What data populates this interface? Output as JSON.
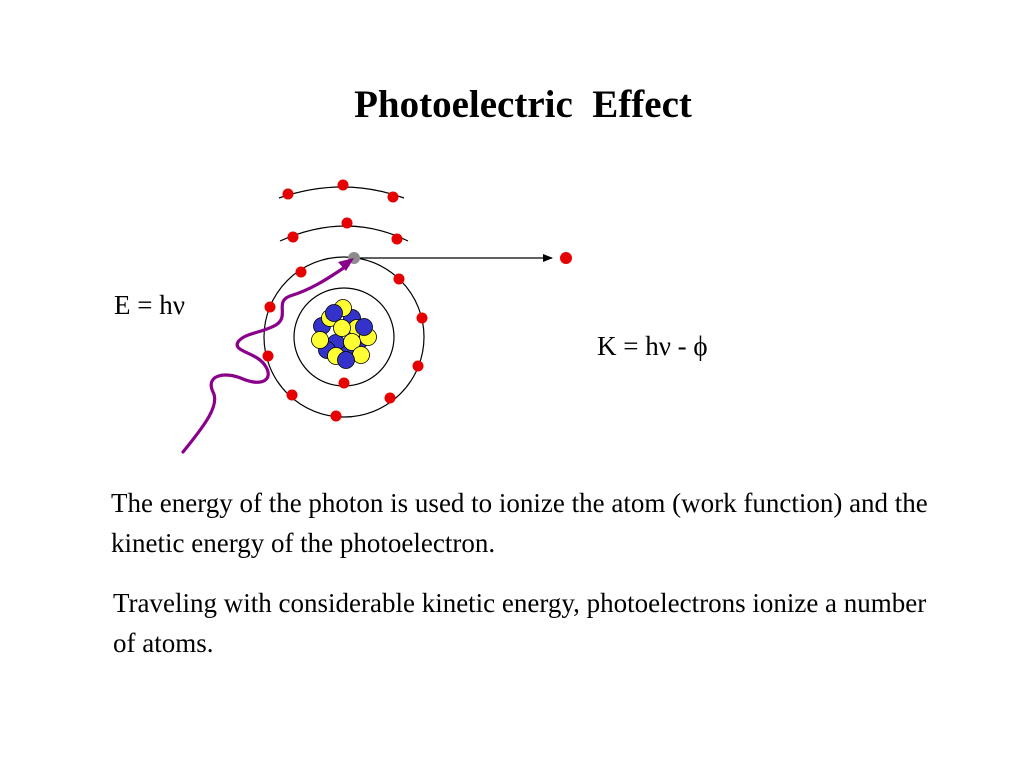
{
  "slide": {
    "title": "Photoelectric  Effect",
    "photon_energy_label": "E = hν",
    "kinetic_energy_label": "K = hν - ϕ",
    "paragraphs": [
      "The energy of the photon is used to ionize the atom (work function) and the kinetic energy of the photoelectron.",
      "Traveling with considerable kinetic energy, photoelectrons ionize a number of atoms."
    ]
  },
  "diagram": {
    "nucleus_icon": "atom-nucleus",
    "colors": {
      "electron": "#e60000",
      "ejected_origin": "#8c8c8c",
      "photon_wave": "#8b008b",
      "proton": "#ffff33",
      "neutron": "#3333cc",
      "orbit": "#000000"
    }
  }
}
